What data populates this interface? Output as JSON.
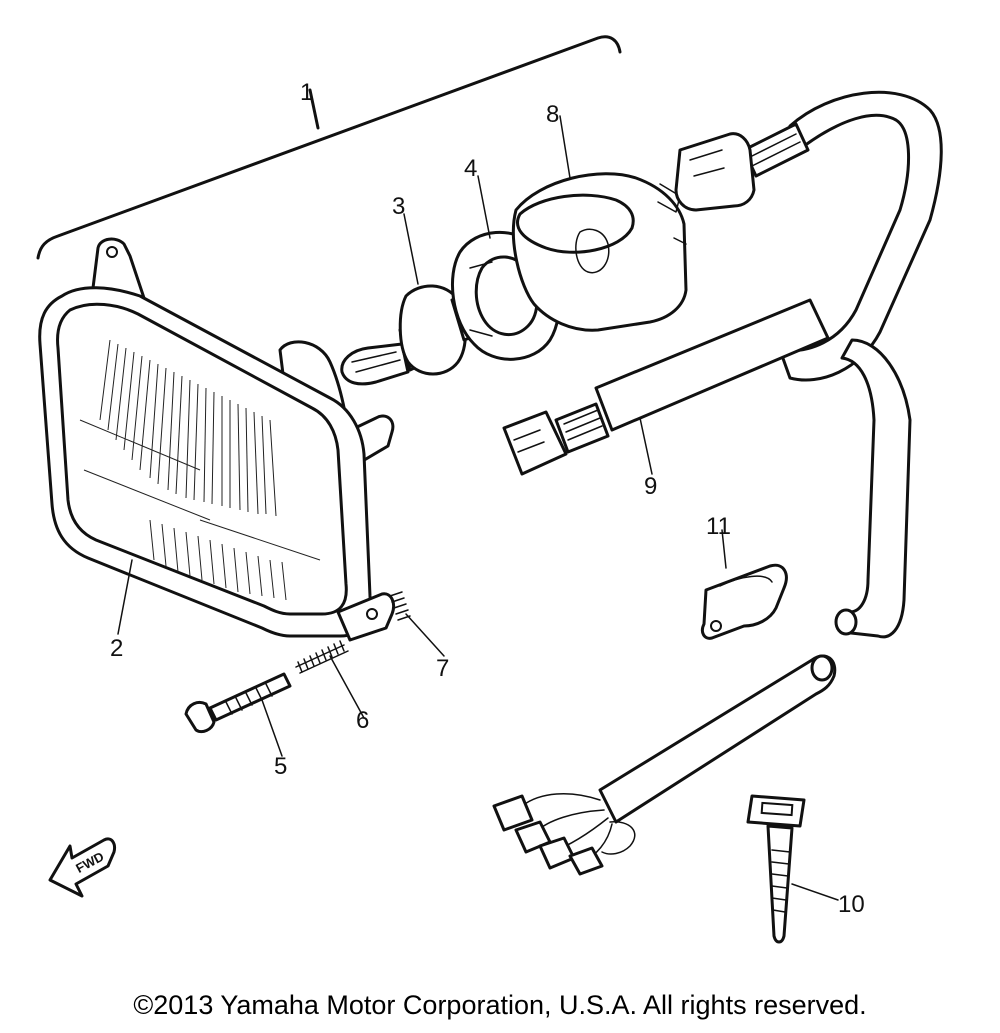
{
  "callouts": {
    "c1": "1",
    "c2": "2",
    "c3": "3",
    "c4": "4",
    "c5": "5",
    "c6": "6",
    "c7": "7",
    "c8": "8",
    "c9": "9",
    "c10": "10",
    "c11": "11"
  },
  "fwd_label": "FWD",
  "copyright": "©2013 Yamaha Motor Corporation, U.S.A. All rights reserved."
}
